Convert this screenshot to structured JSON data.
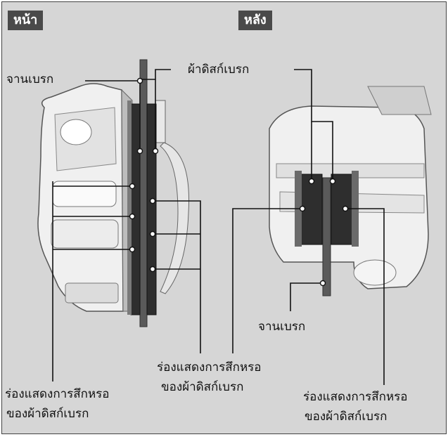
{
  "tags": {
    "front": "หน้า",
    "rear": "หลัง"
  },
  "labels": {
    "front_disc": "จานเบรก",
    "pads": "ผ้าดิสก์เบรก",
    "rear_disc": "จานเบรก",
    "center_indicator": [
      "ร่องแสดงการสึกหรอ",
      "ของผ้าดิสก์เบรก"
    ],
    "left_indicator": [
      "ร่องแสดงการสึกหรอ",
      "ของผ้าดิสก์เบรก"
    ],
    "right_indicator": [
      "ร่องแสดงการสึกหรอ",
      "ของผ้าดิสก์เบรก"
    ]
  },
  "colors": {
    "background": "#d6d6d6",
    "tag_bg": "#4a4a4a",
    "caliper_body": "#f0f0f0",
    "caliper_shade": "#bdbdbd",
    "disc": "#5a5a5a",
    "pad": "#2e2e2e",
    "leader": "#111111"
  }
}
